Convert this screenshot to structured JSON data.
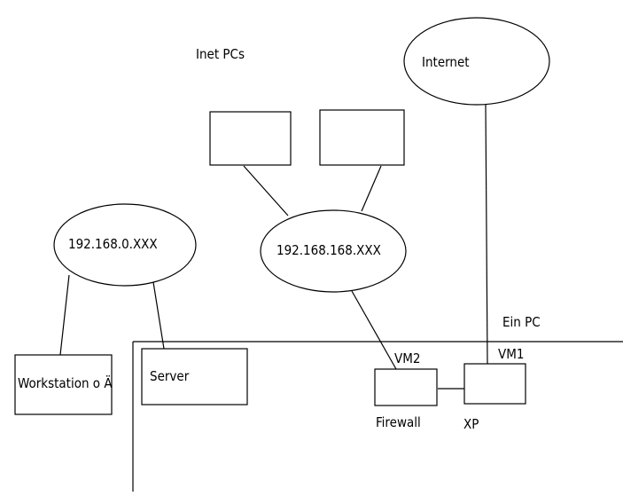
{
  "labels": {
    "inet_pcs": "Inet PCs",
    "internet": "Internet",
    "net_192_168_0": "192.168.0.XXX",
    "net_192_168_168": "192.168.168.XXX",
    "ein_pc": "Ein PC",
    "vm1": "VM1",
    "vm2": "VM2",
    "workstation": "Workstation o Ä",
    "server": "Server",
    "firewall": "Firewall",
    "xp": "XP"
  }
}
